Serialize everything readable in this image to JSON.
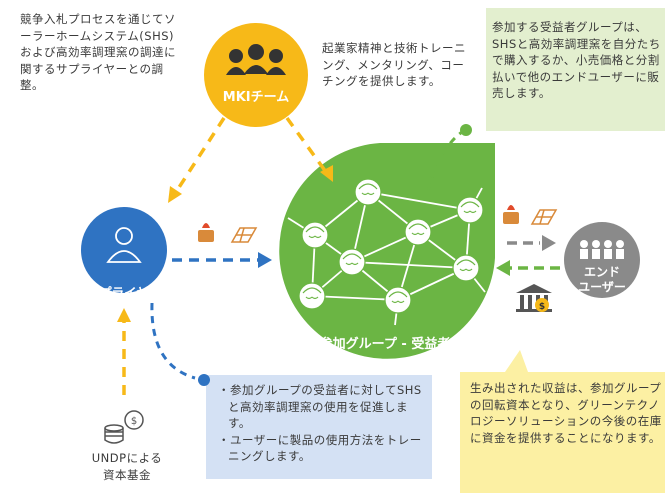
{
  "colors": {
    "accent_yellow": "#f7b918",
    "accent_blue": "#2f73c2",
    "accent_green": "#6bb544",
    "accent_gray": "#8a8a8a",
    "note_green": "#e3efcf",
    "note_blue": "#d4e1f4",
    "note_yellow": "#fcf0a3"
  },
  "texts": {
    "top_left": "競争入札プロセスを通じてソーラーホームシステム(SHS)および高効率調理窯の調達に関するサプライヤーとの調整。",
    "top_middle": "起業家精神と技術トレーニング、メンタリング、コーチングを提供します。",
    "top_right_note": "参加する受益者グループは、SHSと高効率調理窯を自分たちで購入するか、小売価格と分割払いで他のエンドユーザーに販売します。",
    "bottom_middle_note": [
      "・参加グループの受益者に対してSHSと高効率調理窯の使用を促進します。",
      "・ユーザーに製品の使用方法をトレーニングします。"
    ],
    "bottom_right_note": "生み出された収益は、参加グループの回転資本となり、グリーンテクノロジーソリューションの今後の在庫に資金を提供することになります。",
    "undp_label": "UNDPによる\n資本基金"
  },
  "nodes": {
    "mki": "MKIチーム",
    "supplier": "サプライヤー",
    "group": "参加グループ - 受益者",
    "end_user": "エンド\nユーザー"
  },
  "icons": [
    "team-icon",
    "supplier-person-icon",
    "end-users-icon",
    "stove-icon",
    "solar-panel-icon",
    "bank-icon",
    "coins-icon",
    "beneficiary-face-icon"
  ]
}
